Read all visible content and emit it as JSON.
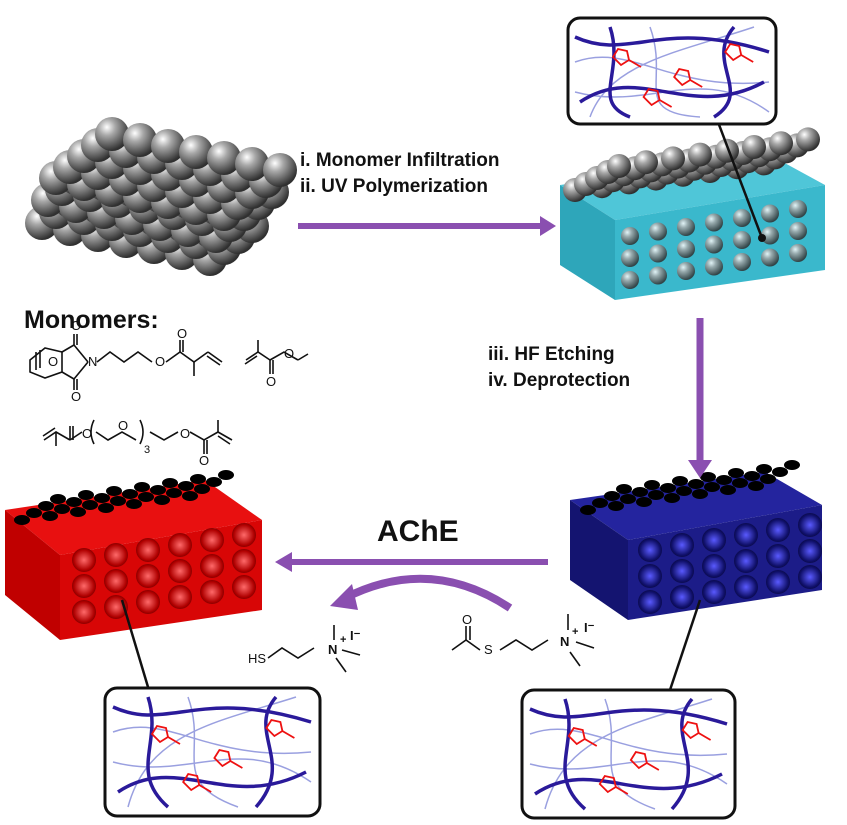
{
  "steps": {
    "top": [
      "i. Monomer Infiltration",
      "ii. UV Polymerization"
    ],
    "right": [
      "iii. HF Etching",
      "iv. Deprotection"
    ],
    "enzyme": "AChE"
  },
  "monomers_title": "Monomers:",
  "chem_labels": {
    "o_top": "O",
    "o_bottom": "O",
    "n_atom": "N",
    "o_ester": "O",
    "o_ester2": "O",
    "mma_o1": "O",
    "mma_o2": "O",
    "peg_subscript": "3",
    "hs": "HS",
    "n_plus_left": "N",
    "iodide_left": "I⁻",
    "thio_s": "S",
    "thio_o": "O",
    "n_plus_right": "N",
    "iodide_right": "I⁻"
  },
  "colors": {
    "sphere": "#8a8a8a",
    "matrix_blue": "#3fb8cc",
    "red_scaffold": "#e00000",
    "blue_scaffold": "#1a1a9a",
    "arrow_purple": "#8a4fb0",
    "polymer_dark": "#2a1a9a",
    "polymer_light": "#9aa0e0",
    "moiety_red": "#ee1111"
  }
}
